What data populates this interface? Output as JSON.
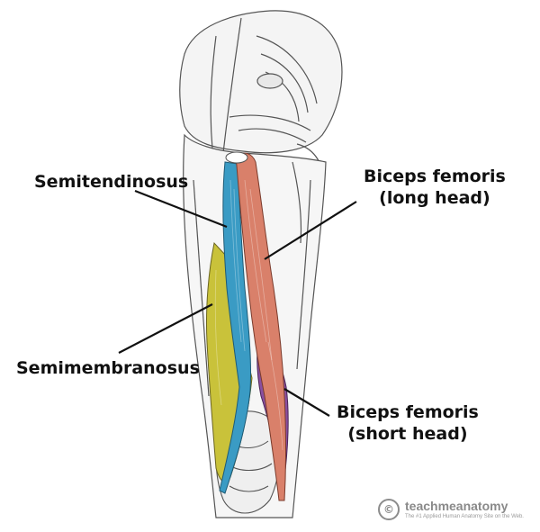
{
  "labels": {
    "semitendinosus": "Semitendinosus",
    "semimembranosus": "Semimembranosus",
    "biceps_long": {
      "line1": "Biceps femoris",
      "line2": "(long head)"
    },
    "biceps_short": {
      "line1": "Biceps femoris",
      "line2": "(short head)"
    }
  },
  "watermark": {
    "brand": "teachmeanatomy",
    "tagline": "The #1 Applied Human Anatomy Site on the Web.",
    "logo_glyph": "©"
  },
  "colors": {
    "semitendinosus": "#3a9bc4",
    "semimembranosus": "#c9c23a",
    "biceps_long": "#d9806a",
    "biceps_short": "#8a4fa0",
    "engraving": "#555555",
    "leader_line": "#111111"
  }
}
